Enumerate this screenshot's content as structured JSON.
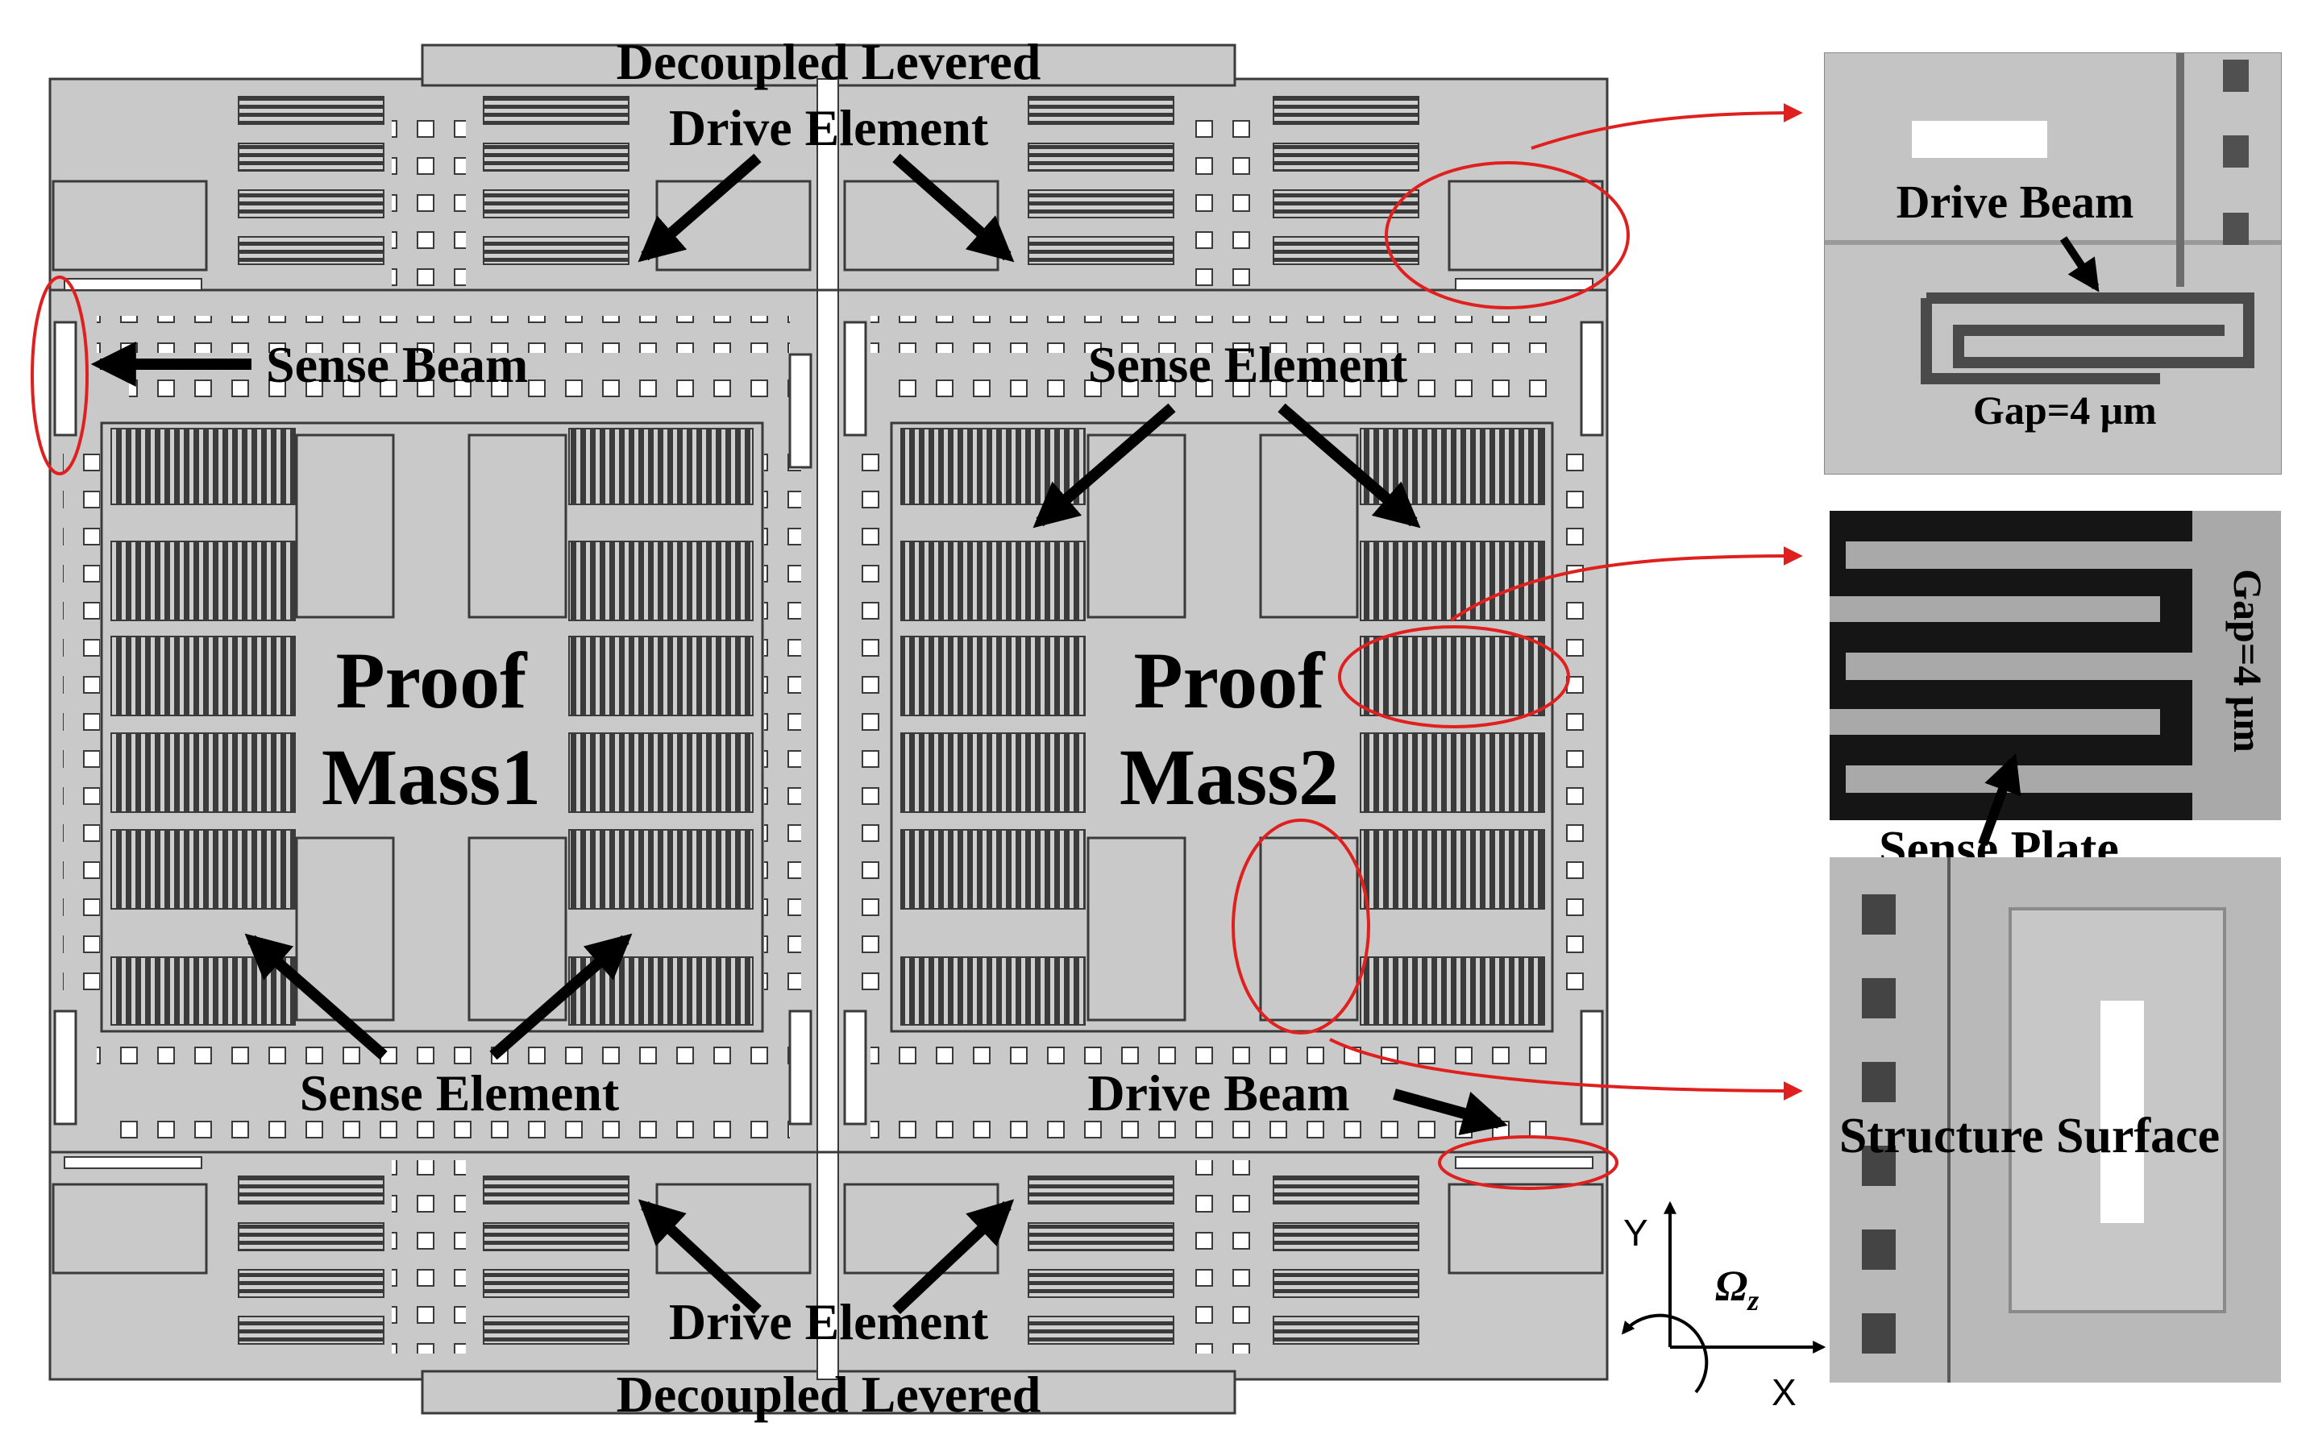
{
  "labels": {
    "decoupled_levered_top": "Decoupled Levered",
    "drive_element_top": "Drive Element",
    "sense_beam": "Sense Beam",
    "sense_element_top": "Sense Element",
    "proof": "Proof",
    "mass1": "Mass1",
    "mass2": "Mass2",
    "sense_element_bottom": "Sense Element",
    "drive_beam_main": "Drive Beam",
    "drive_element_bottom": "Drive Element",
    "decoupled_levered_bottom": "Decoupled Levered"
  },
  "insets": {
    "drive_beam": {
      "title": "Drive Beam",
      "gap": "Gap=4 μm"
    },
    "sense_plate": {
      "title": "Sense Plate",
      "gap": "Gap=4 μm"
    },
    "structure_surface": {
      "title": "Structure Surface"
    }
  },
  "axes": {
    "y": "Y",
    "x": "X",
    "omega": "Ω",
    "omega_sub": "z"
  },
  "colors": {
    "structure_fill": "#c9c9c9",
    "structure_stroke": "#3a3a3a",
    "comb_dark": "#3b3b3b",
    "highlight": "#e0201e",
    "arrow": "#000000",
    "sem_light": "#bdbdbd",
    "sem_dark": "#151515"
  }
}
